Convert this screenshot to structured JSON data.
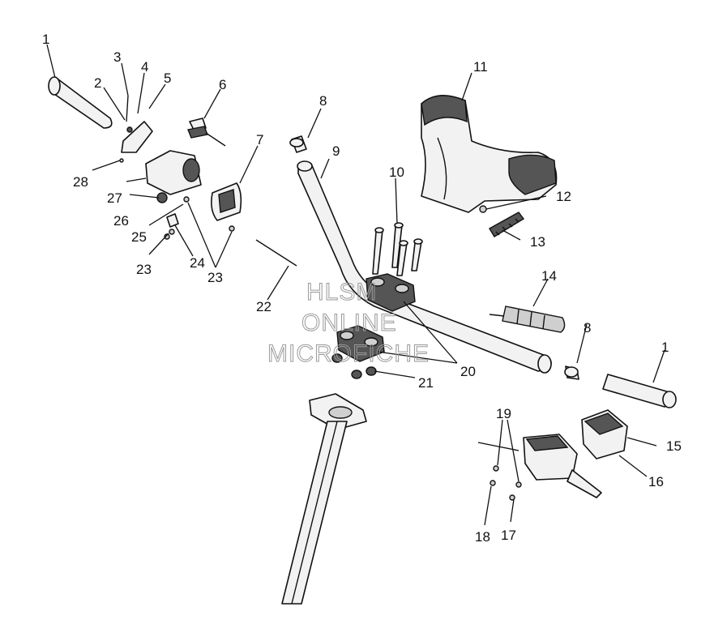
{
  "watermark": {
    "line1": "HLSM",
    "line2": "ONLINE",
    "line3": "MICROFICHE"
  },
  "callouts": [
    "1",
    "2",
    "3",
    "4",
    "5",
    "6",
    "7",
    "8",
    "9",
    "10",
    "11",
    "12",
    "13",
    "14",
    "8",
    "1",
    "15",
    "16",
    "17",
    "18",
    "19",
    "20",
    "21",
    "22",
    "23",
    "23",
    "24",
    "25",
    "26",
    "27",
    "28"
  ]
}
